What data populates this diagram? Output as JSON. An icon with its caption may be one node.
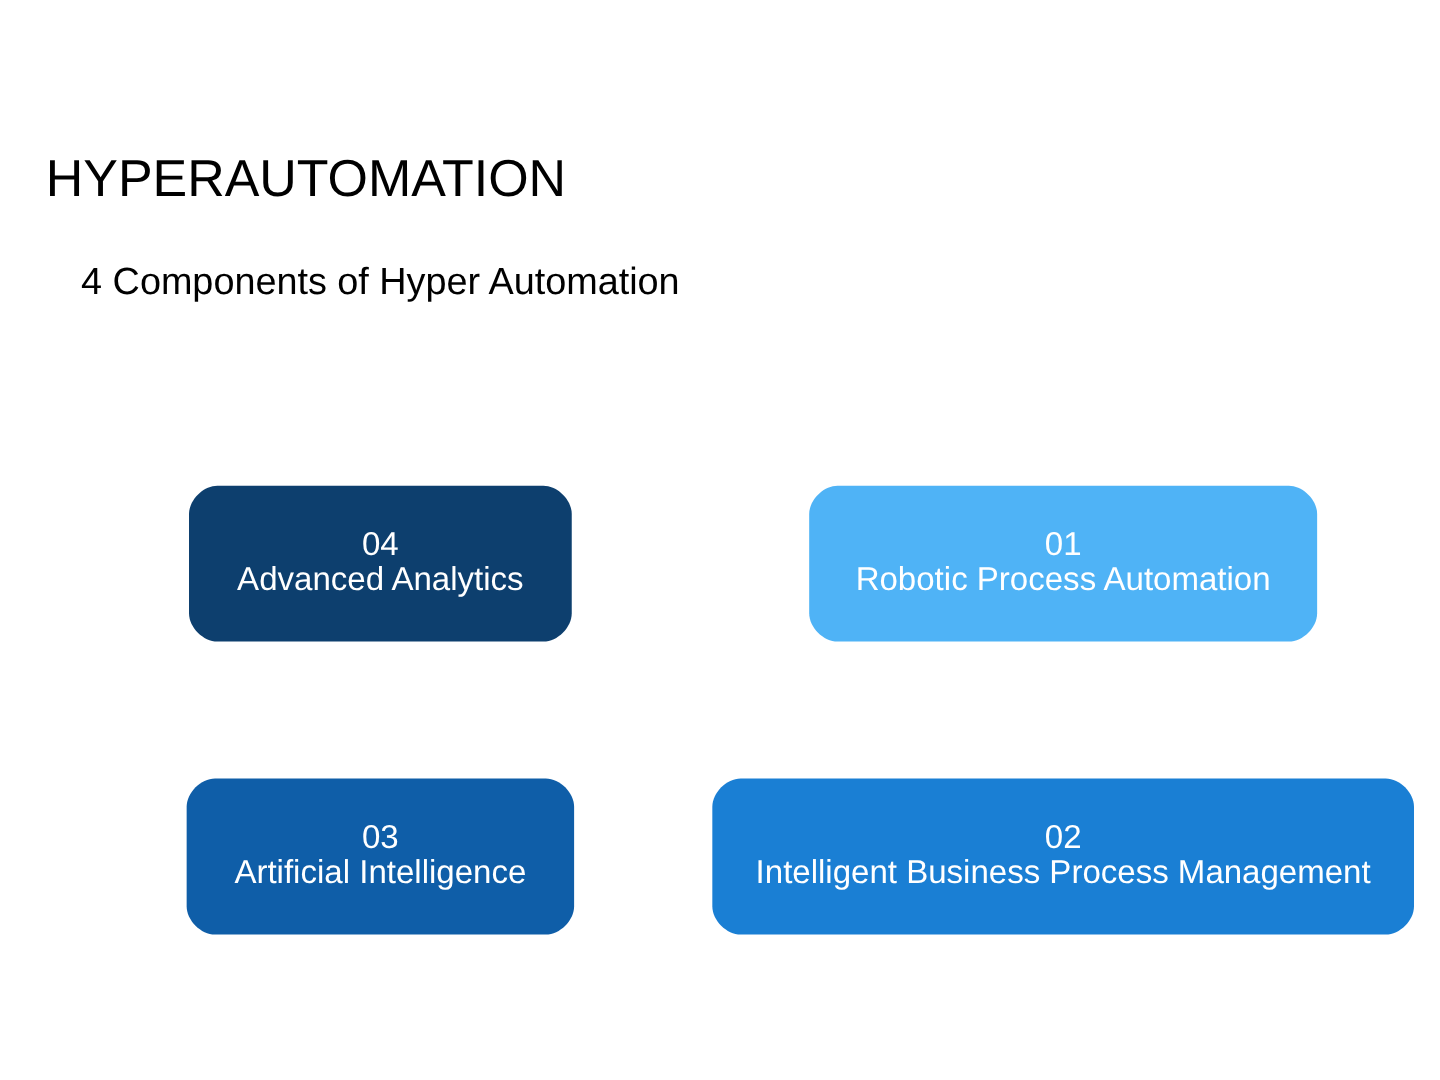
{
  "diagram": {
    "title": "HYPERAUTOMATION",
    "nodes": [
      {
        "text": [
          "01",
          "Robotic Process Automation"
        ]
      },
      {
        "text": [
          "02",
          "Intelligent Business Process Management"
        ]
      },
      {
        "text": [
          "03",
          "Artificial Intelligence"
        ]
      },
      {
        "text": [
          "04",
          "Advanced Analytics"
        ]
      }
    ],
    "edges": [],
    "labels": [
      "4 Components of Hyper Automation"
    ]
  }
}
